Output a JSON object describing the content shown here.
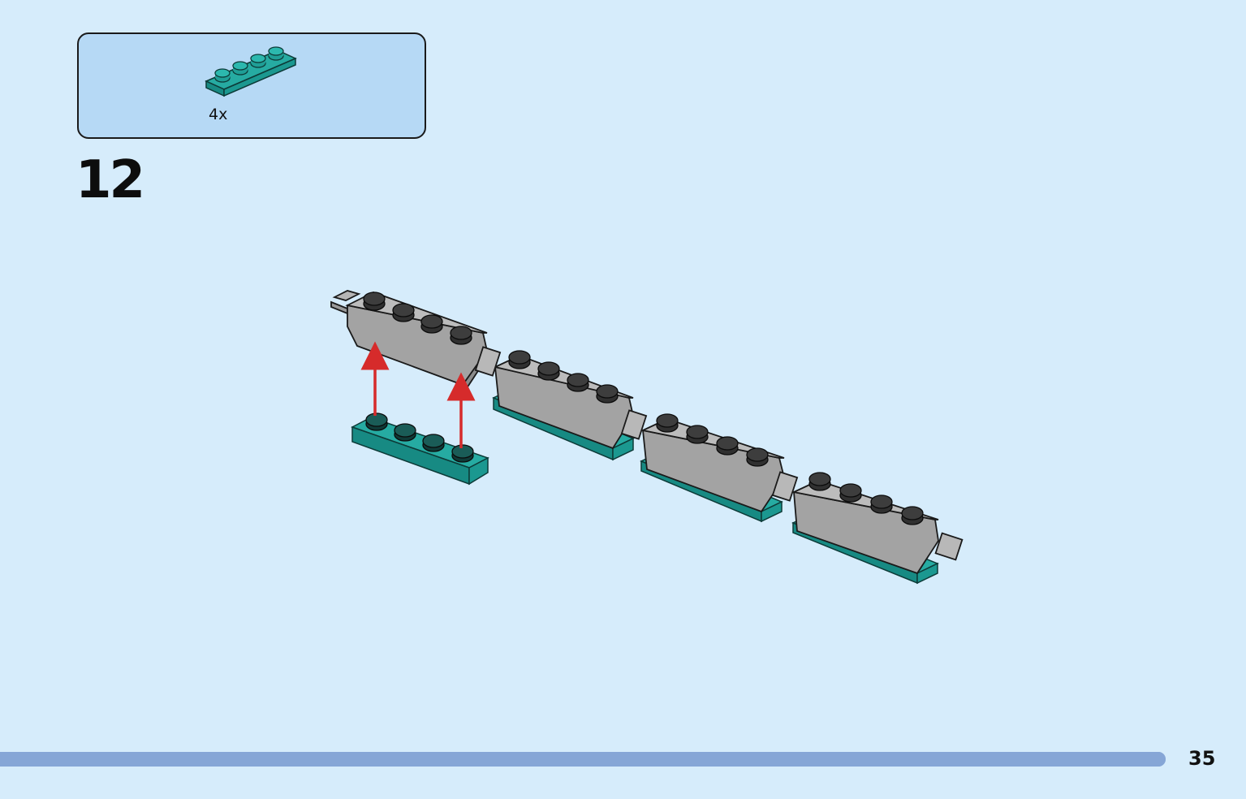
{
  "parts_list": {
    "items": [
      {
        "name": "plate-1x4-teal",
        "color": "#1f9e96",
        "quantity": "4x"
      }
    ]
  },
  "step": {
    "number": "12"
  },
  "colors": {
    "background": "#d6ecfb",
    "callout_background": "#b6d9f5",
    "teal_plate": "#1f9e96",
    "gray_brick": "#a3a3a3",
    "arrow": "#d62b2b",
    "progress_bar": "#86a6d6"
  },
  "progress": {
    "fraction": 1.0
  },
  "footer": {
    "page_number": "35"
  }
}
